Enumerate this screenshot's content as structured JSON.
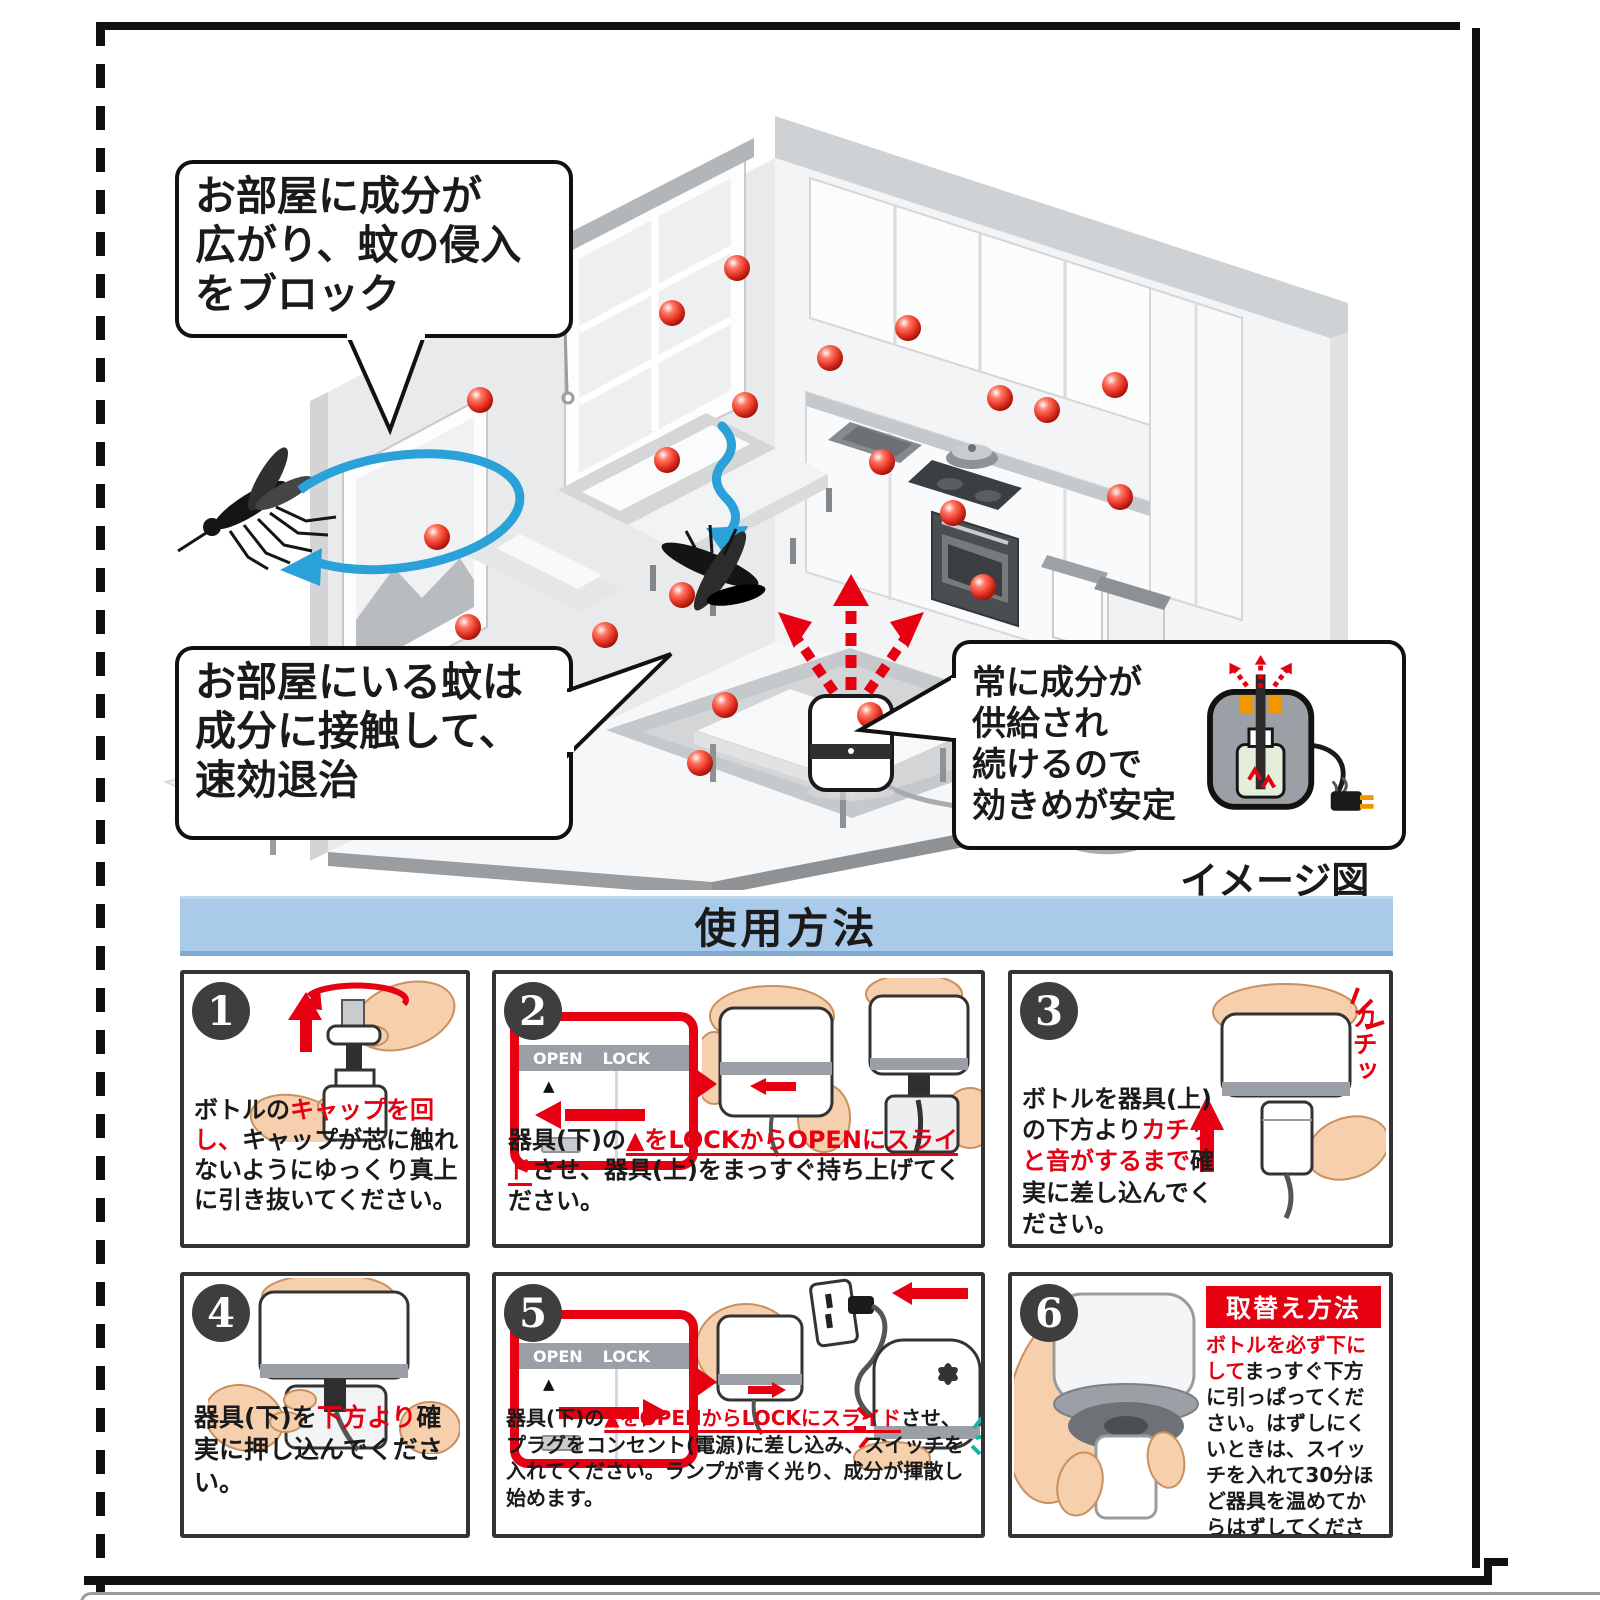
{
  "colors": {
    "red": "#e60012",
    "blue": "#2aa1d8",
    "header_bg": "#a9cbe9",
    "skin": "#f6cfad",
    "band_gray": "#9aa0a5",
    "badge_bg": "#3e3e40",
    "panel_border": "#333333",
    "orange": "#f29600",
    "teal": "#1ab5a0",
    "sphere_red": "#e8382a"
  },
  "callouts": {
    "spread": {
      "lines": [
        "お部屋に成分が",
        "広がり、蚊の侵入",
        "をブロック"
      ]
    },
    "contact": {
      "lines": [
        "お部屋にいる蚊は",
        "成分に接触して、",
        "速効退治"
      ]
    },
    "supply": {
      "lines": [
        "常に成分が",
        "供給され",
        "続けるので",
        "効きめが安定"
      ]
    }
  },
  "labels": {
    "image_caption": "イメージ図",
    "open": "OPEN",
    "lock": "LOCK",
    "triangle": "▲",
    "click_sound": "カチッ"
  },
  "section": {
    "title": "使用方法"
  },
  "steps": [
    {
      "number": "1",
      "segments": [
        {
          "text": "ボトルの",
          "style": "normal"
        },
        {
          "text": "キャップを回し、",
          "style": "red"
        },
        {
          "text": "キャップが芯に触れないようにゆっくり真上に引き抜いてください。",
          "style": "normal"
        }
      ]
    },
    {
      "number": "2",
      "segments": [
        {
          "text": "器具(下)の",
          "style": "normal"
        },
        {
          "text": "▲をLOCKからOPENにスライド",
          "style": "red-underline"
        },
        {
          "text": "させ、器具(上)をまっすぐ持ち上げてください。",
          "style": "normal"
        }
      ]
    },
    {
      "number": "3",
      "segments": [
        {
          "text": "ボトルを器具(上)の下方より",
          "style": "normal"
        },
        {
          "text": "カチッと音がするまで",
          "style": "red"
        },
        {
          "text": "確実に差し込んでください。",
          "style": "normal"
        }
      ]
    },
    {
      "number": "4",
      "segments": [
        {
          "text": "器具(下)を",
          "style": "normal"
        },
        {
          "text": "下方より",
          "style": "red"
        },
        {
          "text": "確実に押し込んでください。",
          "style": "normal"
        }
      ]
    },
    {
      "number": "5",
      "segments": [
        {
          "text": "器具(下)の",
          "style": "normal"
        },
        {
          "text": "▲をOPENからLOCKにスライド",
          "style": "red-underline"
        },
        {
          "text": "させ、プラグをコンセント(電源)に差し込み、スイッチを入れてください。ランプが青く光り、成分が揮散し始めます。",
          "style": "normal"
        }
      ]
    },
    {
      "number": "6",
      "title": "取替え方法",
      "segments": [
        {
          "text": "ボトルを必ず下にして",
          "style": "red"
        },
        {
          "text": "まっすぐ下方に引っぱってください。はずしにくいときは、スイッチを入れて30分ほど器具を温めてからはずしてください。",
          "style": "normal"
        }
      ]
    }
  ]
}
